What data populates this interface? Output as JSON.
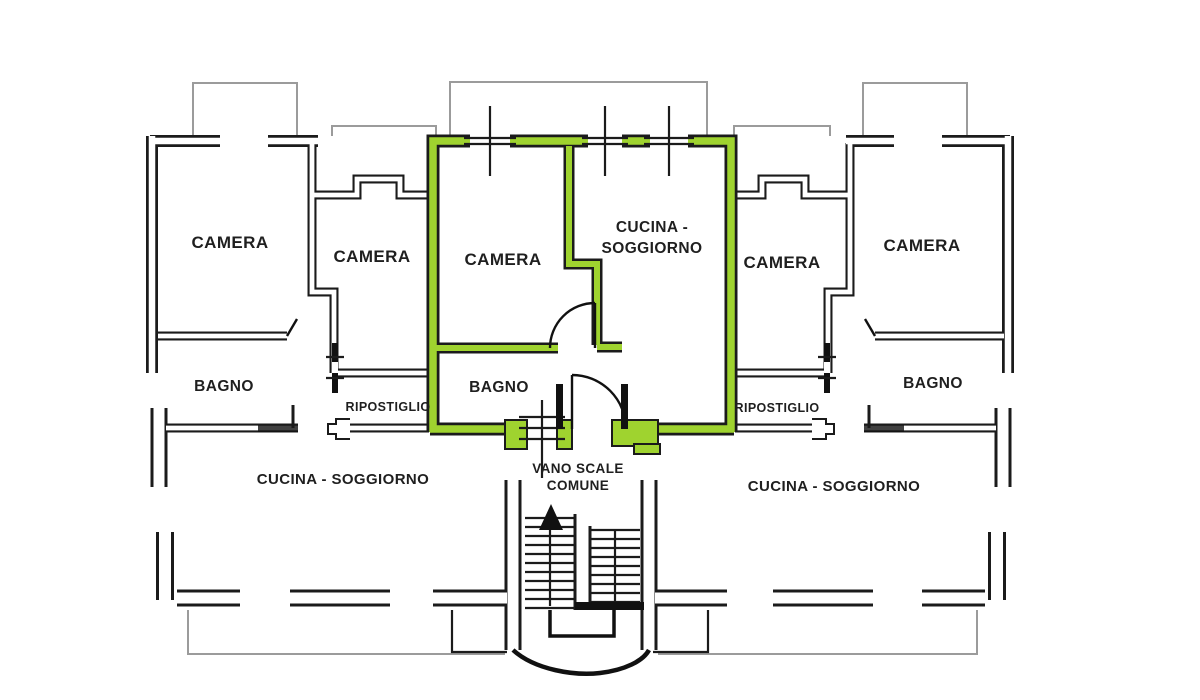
{
  "plan": {
    "type": "apartment-floor-plan",
    "highlighted_unit": "central apartment",
    "colors": {
      "highlight_green": "#9fd32f",
      "wall_black": "#1b1b1b",
      "balcony_outline_gray": "#9b9b9b",
      "background": "#ffffff"
    }
  },
  "labels": {
    "camera_left_big": "CAMERA",
    "camera_left_small": "CAMERA",
    "camera_center": "CAMERA",
    "cucina_center_line1": "CUCINA -",
    "cucina_center_line2": "SOGGIORNO",
    "camera_right_small": "CAMERA",
    "camera_right_big": "CAMERA",
    "bagno_left": "BAGNO",
    "bagno_center": "BAGNO",
    "bagno_right": "BAGNO",
    "ripostiglio_left": "RIPOSTIGLIO",
    "ripostiglio_right": "RIPOSTIGLIO",
    "cucina_soggiorno_left": "CUCINA - SOGGIORNO",
    "cucina_soggiorno_right": "CUCINA - SOGGIORNO",
    "vano_scale_line1": "VANO SCALE",
    "vano_scale_line2": "COMUNE"
  },
  "apartments": {
    "left_unit_rooms": [
      "CAMERA",
      "CAMERA",
      "BAGNO",
      "RIPOSTIGLIO",
      "CUCINA - SOGGIORNO"
    ],
    "center_unit_rooms": [
      "CAMERA",
      "CUCINA - SOGGIORNO",
      "BAGNO"
    ],
    "right_unit_rooms": [
      "CAMERA",
      "CAMERA",
      "BAGNO",
      "RIPOSTIGLIO",
      "CUCINA - SOGGIORNO"
    ],
    "common_area": "VANO SCALE COMUNE"
  }
}
